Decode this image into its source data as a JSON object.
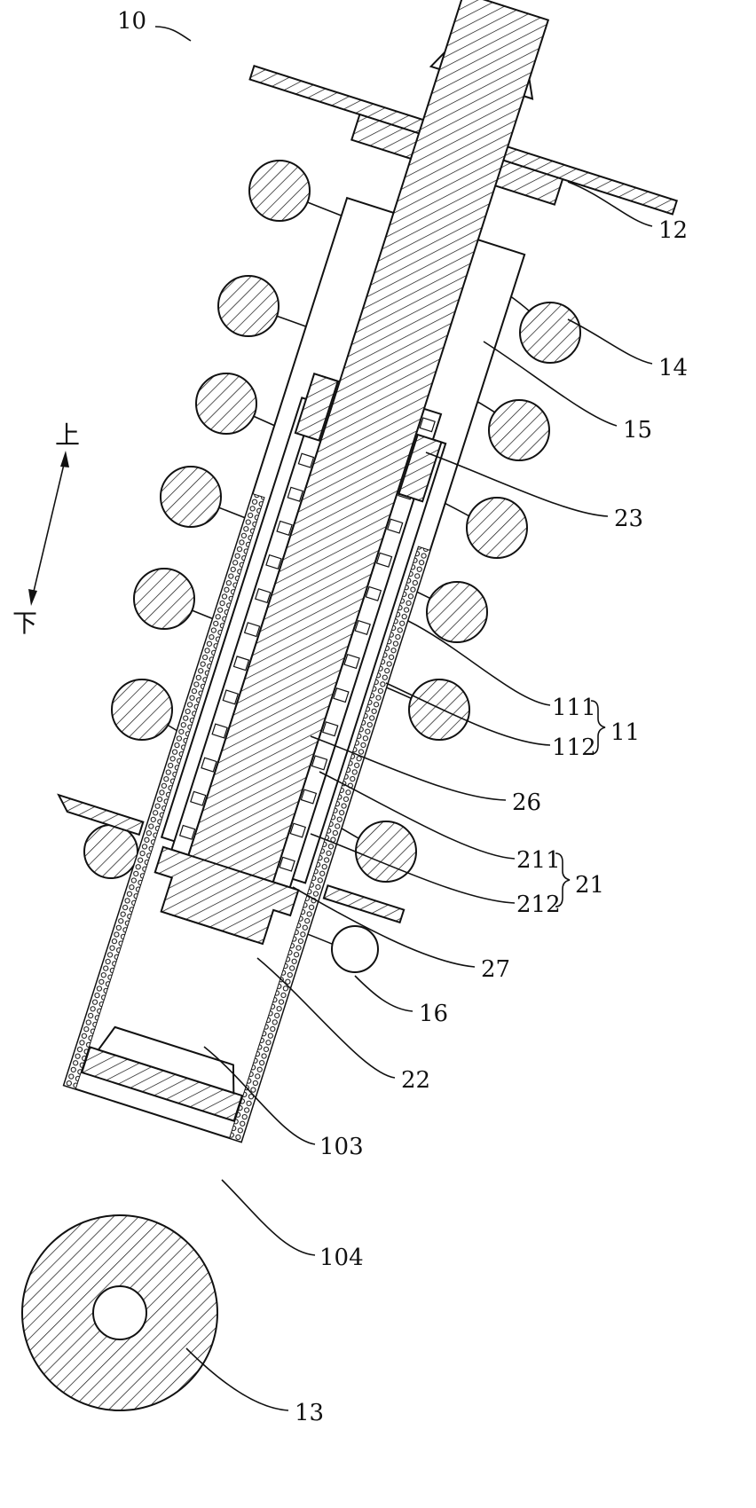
{
  "figure": {
    "direction_up": "上",
    "direction_down": "下",
    "labels": {
      "l10": "10",
      "l12": "12",
      "l14": "14",
      "l15": "15",
      "l23": "23",
      "l111": "111",
      "l112": "112",
      "l11": "11",
      "l26": "26",
      "l211": "211",
      "l212": "212",
      "l21": "21",
      "l27": "27",
      "l16": "16",
      "l22": "22",
      "l103": "103",
      "l104": "104",
      "l13": "13"
    }
  }
}
